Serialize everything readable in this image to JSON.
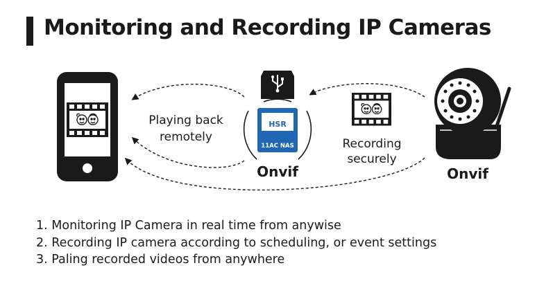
{
  "title": "Monitoring and Recording IP Cameras",
  "labels": {
    "playing_back": [
      "Playing back",
      "remotely"
    ],
    "recording": [
      "Recording",
      "securely"
    ],
    "onvif_nas": "Onvif",
    "onvif_camera": "Onvif"
  },
  "nas": {
    "brand": "HSR",
    "model": "11AC NAS"
  },
  "steps": [
    "1. Monitoring IP Camera in real time from anywise",
    "2. Recording IP camera according to scheduling, or event settings",
    "3. Paling recorded videos from anywhere"
  ],
  "colors": {
    "ink": "#1a1a1a",
    "nas_blue": "#1f67b5",
    "white": "#ffffff"
  }
}
